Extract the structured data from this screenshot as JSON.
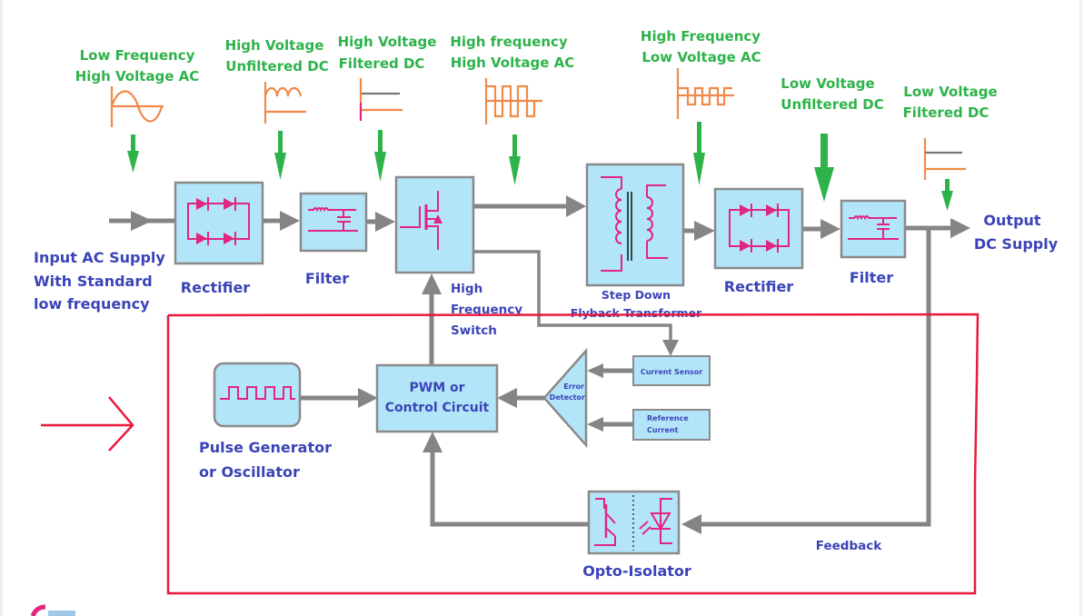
{
  "wave_labels": [
    {
      "line1": "Low Frequency",
      "line2": "High Voltage AC"
    },
    {
      "line1": "High Voltage",
      "line2": "Unfiltered DC"
    },
    {
      "line1": "High Voltage",
      "line2": "Filtered DC"
    },
    {
      "line1": "High frequency",
      "line2": "High Voltage AC"
    },
    {
      "line1": "High Frequency",
      "line2": "Low Voltage AC"
    },
    {
      "line1": "Low Voltage",
      "line2": "Unfiltered DC"
    },
    {
      "line1": "Low Voltage",
      "line2": "Filtered DC"
    }
  ],
  "input": {
    "line1": "Input AC Supply",
    "line2": "With Standard",
    "line3": "low frequency"
  },
  "output": {
    "line1": "Output",
    "line2": "DC Supply"
  },
  "blocks": {
    "rectifier1": "Rectifier",
    "filter1": "Filter",
    "switch": {
      "line1": "High",
      "line2": "Frequency",
      "line3": "Switch"
    },
    "transformer": {
      "line1": "Step Down",
      "line2": "Flyback Transformer"
    },
    "rectifier2": "Rectifier",
    "filter2": "Filter",
    "pwm": {
      "line1": "PWM or",
      "line2": "Control Circuit"
    },
    "pulse": {
      "line1": "Pulse Generator",
      "line2": "or Oscillator"
    },
    "error_detector": {
      "line1": "Error",
      "line2": "Detector"
    },
    "current_sensor": "Current Sensor",
    "reference": {
      "line1": "Reference",
      "line2": "Current"
    },
    "opto": "Opto-Isolator",
    "feedback": "Feedback"
  },
  "colors": {
    "box_fill": "#b3e5f9",
    "wire": "#858585",
    "symbol": "#e0267f",
    "waveform": "#f08a4b",
    "label_green": "#2eb34a",
    "label_blue": "#3a44b8",
    "highlight": "#e8193c"
  }
}
